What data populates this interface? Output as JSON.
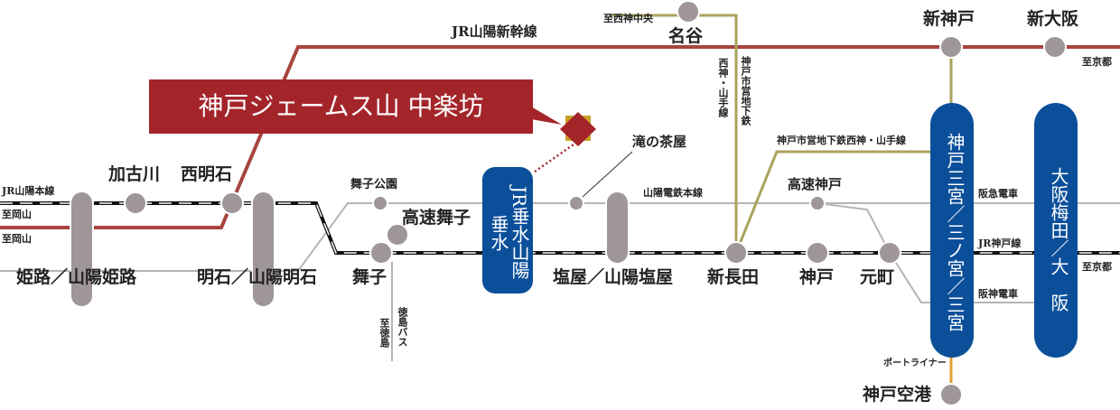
{
  "title": "神戸ジェームス山 中楽坊",
  "colors": {
    "shinkansen": "#a8443f",
    "jr": "#111111",
    "sanyo": "#b5b5b5",
    "subway": "#aaa35c",
    "portliner": "#e0a030",
    "station": "#9e9698",
    "hub": "#0b4f9a",
    "title_bg": "#a3252a"
  },
  "lines": {
    "shinkansen": "JR山陽新幹線",
    "jr_sanyo": "JR山陽本線",
    "sanyo": "山陽電鉄本線",
    "subway_v": "神戸市営地下鉄",
    "subway_v2": "西神・山手線",
    "subway_h": "神戸市営地下鉄西神・山手線",
    "hankyu": "阪急電車",
    "jr_kobe": "JR神戸線",
    "hanshin": "阪神電車",
    "portliner": "ポートライナー",
    "tokushima_bus": "徳島バス"
  },
  "directions": {
    "okayama1": "至岡山",
    "okayama2": "至岡山",
    "kyoto1": "至京都",
    "kyoto2": "至京都",
    "seishin": "至西神中央",
    "tokushima": "至徳島"
  },
  "stations": {
    "himeji": "姫路／山陽姫路",
    "kakogawa": "加古川",
    "nishiakashi": "西明石",
    "akashi": "明石／山陽明石",
    "maikokoen": "舞子公園",
    "kosokumaiko": "高速舞子",
    "maiko": "舞子",
    "tarumi": "JR垂水",
    "sanyotarumi": "山陽垂水",
    "takinochaya": "滝の茶屋",
    "shioya": "塩屋／山陽塩屋",
    "myodani": "名谷",
    "shinnagata": "新長田",
    "kosokukobe": "高速神戸",
    "kobe": "神戸",
    "motomachi": "元町",
    "shinkobe": "新神戸",
    "shinosaka": "新大阪",
    "sannomiya": "神戸三宮／三ノ宮／三宮",
    "osaka": "大阪梅田／大　阪",
    "kobeairport": "神戸空港"
  }
}
